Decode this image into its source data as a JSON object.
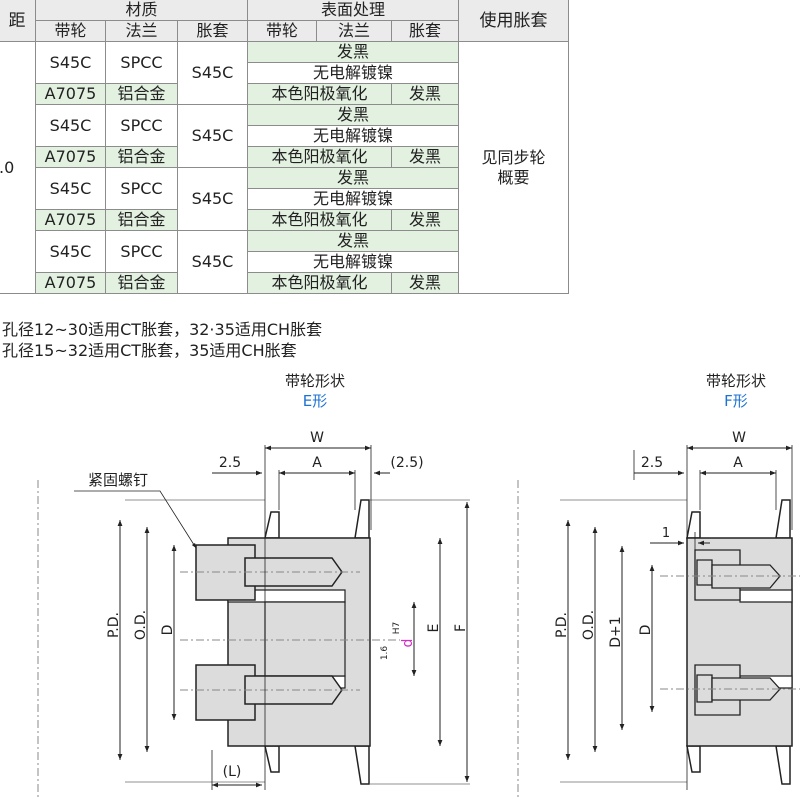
{
  "table": {
    "header": {
      "pitch_partial": "距",
      "material": "材质",
      "surface": "表面处理",
      "usage": "使用胀套",
      "col_pulley": "带轮",
      "col_flange": "法兰",
      "col_bush": "胀套",
      "col_pulley2": "带轮",
      "col_flange2": "法兰",
      "col_bush2": "胀套"
    },
    "pitch_partial_value": ".0",
    "usage_value_line1": "见同步轮",
    "usage_value_line2": "概要",
    "groups": [
      {
        "steel_pulley": "S45C",
        "steel_flange": "SPCC",
        "bush": "S45C",
        "black": "发黑",
        "nickel": "无电解镀镍",
        "al_pulley": "A7075",
        "al_flange": "铝合金",
        "anodize": "本色阳极氧化",
        "al_bush_finish": "发黑"
      },
      {
        "steel_pulley": "S45C",
        "steel_flange": "SPCC",
        "bush": "S45C",
        "black": "发黑",
        "nickel": "无电解镀镍",
        "al_pulley": "A7075",
        "al_flange": "铝合金",
        "anodize": "本色阳极氧化",
        "al_bush_finish": "发黑"
      },
      {
        "steel_pulley": "S45C",
        "steel_flange": "SPCC",
        "bush": "S45C",
        "black": "发黑",
        "nickel": "无电解镀镍",
        "al_pulley": "A7075",
        "al_flange": "铝合金",
        "anodize": "本色阳极氧化",
        "al_bush_finish": "发黑"
      },
      {
        "steel_pulley": "S45C",
        "steel_flange": "SPCC",
        "bush": "S45C",
        "black": "发黑",
        "nickel": "无电解镀镍",
        "al_pulley": "A7075",
        "al_flange": "铝合金",
        "anodize": "本色阳极氧化",
        "al_bush_finish": "发黑"
      }
    ]
  },
  "notes": [
    "孔径12~30适用CT胀套，32·35适用CH胀套",
    "孔径15~32适用CT胀套，35适用CH胀套"
  ],
  "drawing_e": {
    "title": "带轮形状",
    "subtitle": "E形",
    "labels": {
      "W": "W",
      "A": "A",
      "dim_left": "2.5",
      "dim_right": "(2.5)",
      "screw": "紧固螺钉",
      "PD": "P.D.",
      "OD": "O.D.",
      "D": "D",
      "d": "d",
      "H7": "H7",
      "E": "E",
      "F": "F",
      "L": "(L)",
      "rough": "1.6"
    }
  },
  "drawing_f": {
    "title": "带轮形状",
    "subtitle": "F形",
    "labels": {
      "W": "W",
      "A": "A",
      "dim_left": "2.5",
      "one": "1",
      "PD": "P.D.",
      "OD": "O.D.",
      "D1": "D+1",
      "D": "D"
    }
  },
  "colors": {
    "green_row": "#e3f1e1",
    "header_bg": "#ebebeb",
    "accent_blue": "#1e73d2",
    "d_label": "#d12fc2",
    "part_fill": "#dcdcdc"
  }
}
